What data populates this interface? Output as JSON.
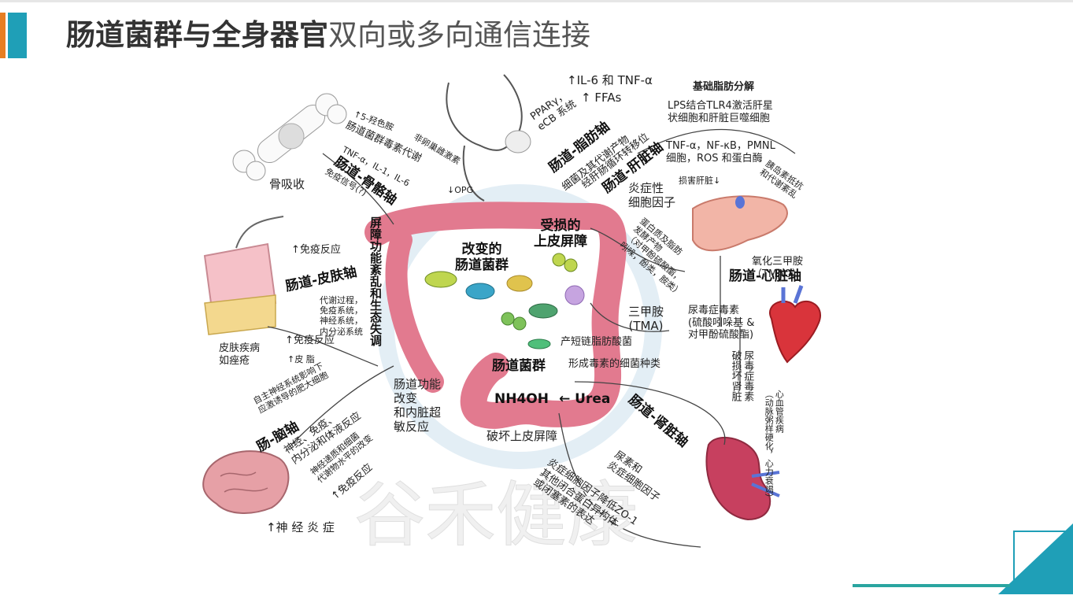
{
  "slide": {
    "title_bold": "肠道菌群与全身器官",
    "title_rest": "双向或多向通信连接"
  },
  "colors": {
    "accent_orange": "#e67e22",
    "accent_teal": "#1f9fb7",
    "footer_teal": "#2aa5a0"
  },
  "diagram": {
    "center": {
      "altered_flora": "改变的\n肠道菌群",
      "damaged_barrier": "受损的\n上皮屏障",
      "gut_flora": "肠道菌群",
      "scfa_bacteria": "产短链脂肪酸菌",
      "toxin_bacteria": "形成毒素的细菌种类",
      "nh4oh": "NH4OH",
      "urea": "← Urea",
      "destroy_barrier": "破坏上皮屏障",
      "gut_function": "肠道功能\n改变\n和内脏超\n敏反应",
      "dysbiosis": "屏障功能紊乱和生态失调"
    },
    "bone": {
      "axis": "肠道-骨骼轴",
      "resorption": "骨吸收",
      "hydroxytryptamine": "↑5-羟色胺",
      "toxin_metabolism": "肠道菌群毒素代谢",
      "cytokines": "TNF-α，IL-1，IL-6",
      "immune_signal": "免疫信号(?)",
      "estrogen": "非卵巢雌激素",
      "opg": "↓OPG"
    },
    "fat": {
      "axis": "肠道-脂肪轴",
      "ppar": "PPARγ，\neCB 系统",
      "il6": "↑IL-6 和 TNF-α",
      "ffa": "↑ FFAs",
      "bacteria_products": "细菌及其代谢产物"
    },
    "liver": {
      "axis": "肠道-肝脏轴",
      "transfer": "经肝肠循环转移位",
      "basic_lipolysis": "基础脂肪分解",
      "lps": "LPS结合TLR4激活肝星\n状细胞和肝脏巨噬细胞",
      "tnf": "TNF-α，NF-κB，PMNL\n细胞，ROS 和蛋白酶",
      "liver_damage": "损害肝脏↓",
      "insulin": "胰岛素抵抗\n和代谢紊乱",
      "inflammatory": "炎症性\n细胞因子",
      "protein_fat": "蛋白质及脂肪\n发酵产物\n（对甲酚硫酸酯，\n吲哚，酚类，胺类）"
    },
    "heart": {
      "axis": "肠道-心脏轴",
      "tmao": "氧化三甲胺\n（TMAO）",
      "tma": "三甲胺\n(TMA)",
      "uremic_toxins": "尿毒症毒素\n(硫酸吲哚基 &\n对甲酚硫酸酯)",
      "cvd": "心血管疾病\n（动脉粥样硬化，心力衰竭）"
    },
    "kidney": {
      "axis": "肠道-肾脏轴",
      "kidney_damage": "尿毒症毒素\n破损坏肾脏",
      "urea_cytokines": "尿素和\n炎症细胞因子",
      "zo1": "炎症细胞因子降低ZO-1\n其他闭合蛋白异构体\n或闭塞素的表达"
    },
    "skin": {
      "axis": "肠道-皮肤轴",
      "immune_up": "↑免疫反应",
      "systems": "代谢过程，\n免疫系统，\n神经系统，\n内分泌系统",
      "disease": "皮肤疾病\n如痤疮",
      "immune_up2": "↑免疫反应",
      "sebum": "↑皮 脂"
    },
    "brain": {
      "axis": "肠-脑轴",
      "autonomic": "自主神经系统影响下\n应激诱导的肥大细胞",
      "neuro": "神经、免疫、\n内分泌和体液反应",
      "neurotransmitter": "神经递质和细菌\n代谢物水平的改变",
      "immune": "↑免疫反应",
      "inflammation": "↑神 经 炎 症"
    },
    "watermark": "谷禾健康"
  }
}
